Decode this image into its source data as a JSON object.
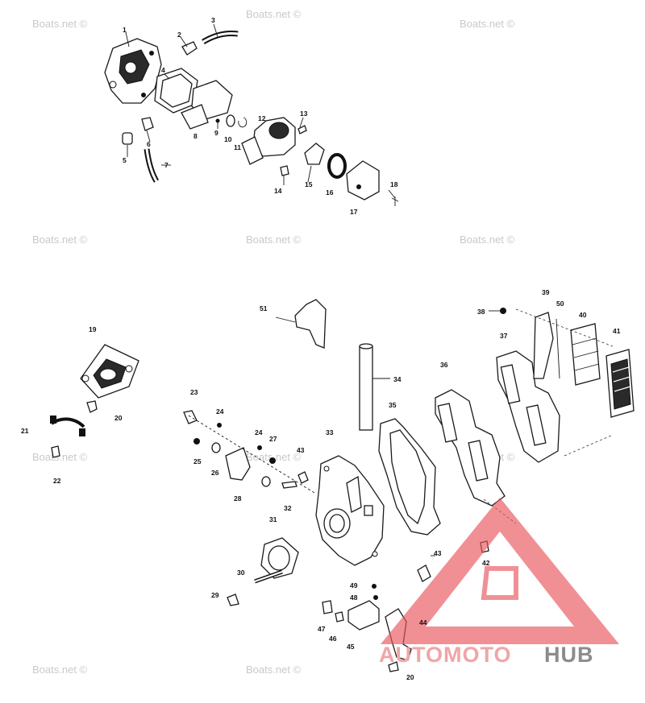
{
  "watermark": {
    "text": "Boats.net ©",
    "color": "#c9c9c9"
  },
  "logo": {
    "word_part1": "AUTOMOTO",
    "word_part2": "HUB",
    "part1_color": "#f0a5a8",
    "part2_color": "#8c8c8c",
    "triangle_color": "#e8555c"
  },
  "callouts": [
    "1",
    "2",
    "3",
    "4",
    "5",
    "6",
    "7",
    "8",
    "9",
    "10",
    "11",
    "12",
    "13",
    "14",
    "15",
    "16",
    "17",
    "18",
    "19",
    "20",
    "21",
    "22",
    "23",
    "24",
    "25",
    "26",
    "27",
    "28",
    "29",
    "30",
    "31",
    "32",
    "33",
    "34",
    "35",
    "36",
    "37",
    "38",
    "39",
    "40",
    "41",
    "42",
    "43",
    "44",
    "45",
    "46",
    "47",
    "48",
    "49",
    "50",
    "51"
  ],
  "extra_callouts": [
    "20",
    "24",
    "43"
  ]
}
